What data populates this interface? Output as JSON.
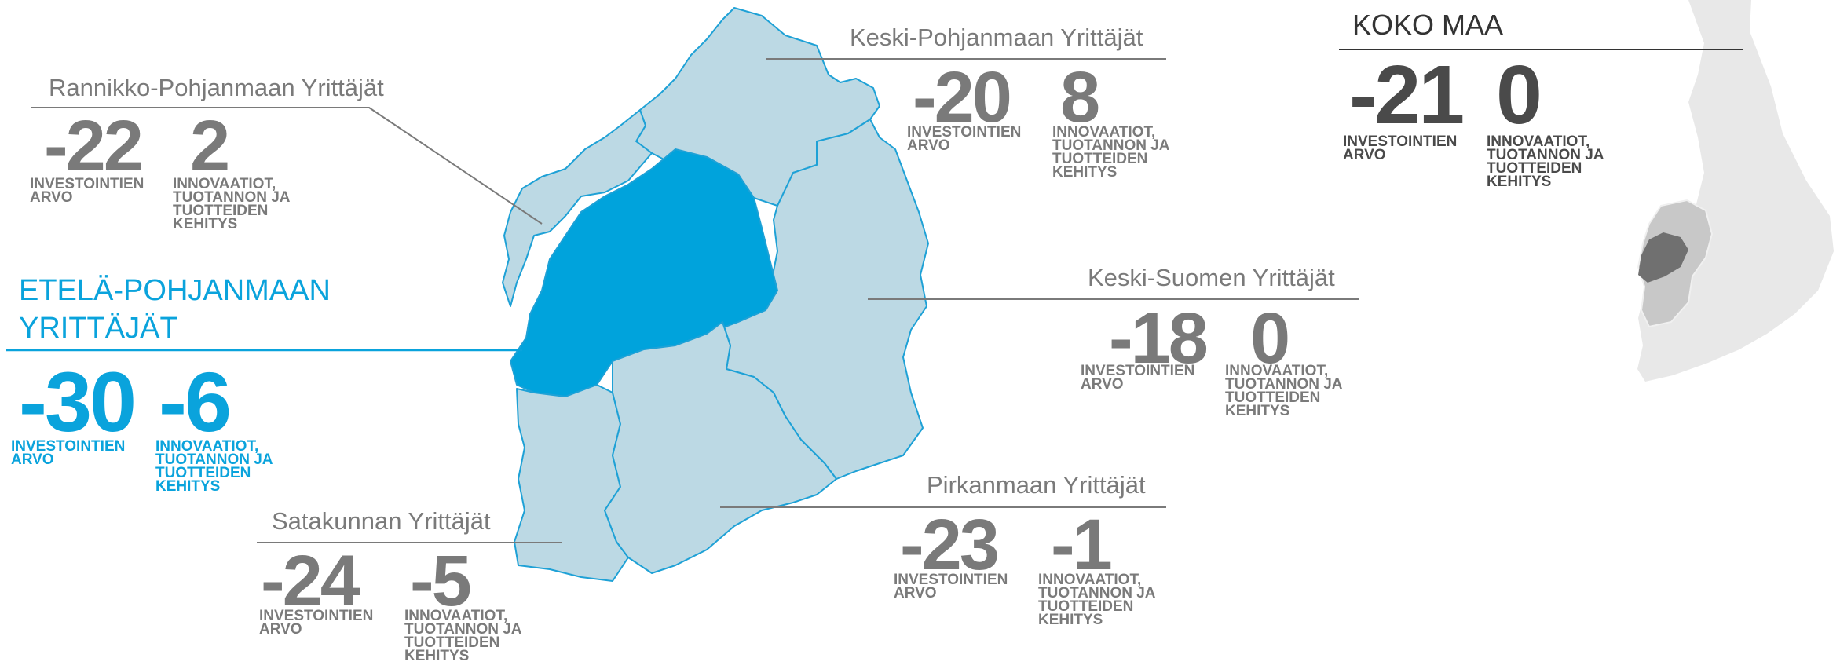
{
  "colors": {
    "highlight": "#0aa3dc",
    "region_fill": "#bcd9e4",
    "region_border": "#1ea1d6",
    "text_gray": "#7a7a7a",
    "finland_light": "#e8e8e8",
    "finland_mid": "#c8c8c8",
    "finland_dark": "#707070"
  },
  "labels": {
    "investment": "INVESTOINTIEN ARVO",
    "innovation": "INNOVAATIOT, TUOTANNON JA TUOTTEIDEN KEHITYS"
  },
  "regions": {
    "rannikko": {
      "name": "Rannikko-Pohjanmaan Yrittäjät",
      "investment": "-22",
      "innovation": "2"
    },
    "keskipohjanmaa": {
      "name": "Keski-Pohjanmaan Yrittäjät",
      "investment": "-20",
      "innovation": "8"
    },
    "etelapohjanmaa": {
      "name": "ETELÄ-POHJANMAAN YRITTÄJÄT",
      "investment": "-30",
      "innovation": "-6"
    },
    "keskisuomi": {
      "name": "Keski-Suomen Yrittäjät",
      "investment": "-18",
      "innovation": "0"
    },
    "pirkanmaa": {
      "name": "Pirkanmaan Yrittäjät",
      "investment": "-23",
      "innovation": "-1"
    },
    "satakunta": {
      "name": "Satakunnan Yrittäjät",
      "investment": "-24",
      "innovation": "-5"
    },
    "koko_maa": {
      "name": "KOKO MAA",
      "investment": "-21",
      "innovation": "0"
    }
  }
}
